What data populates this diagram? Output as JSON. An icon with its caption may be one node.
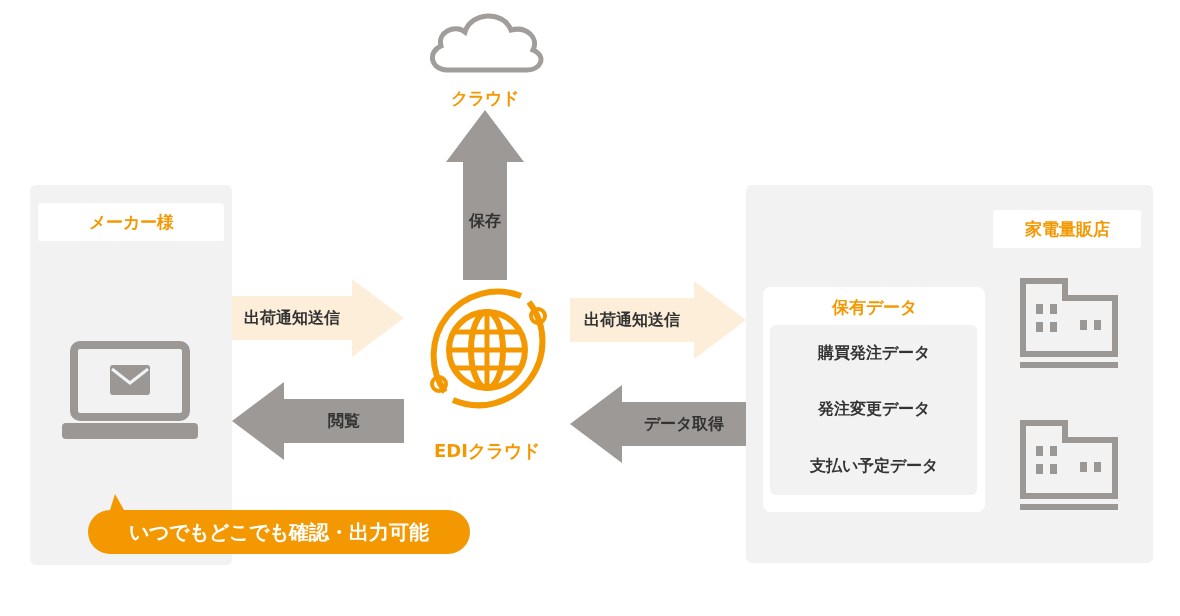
{
  "diagram": {
    "nodes": [
      {
        "text": [
          "クラウド"
        ]
      },
      {
        "text": [
          "メーカー様"
        ]
      },
      {
        "text": [
          "EDIクラウド"
        ]
      },
      {
        "text": [
          "家電量販店"
        ]
      },
      {
        "text": [
          "保有データ"
        ],
        "in": 3
      },
      {
        "text": [
          "購買発注データ",
          "発注変更データ",
          "支払い予定データ"
        ],
        "in": 4
      },
      {
        "text": [
          "いつでもどこでも確認・出力可能"
        ]
      }
    ],
    "edges": [
      {
        "from": 1,
        "to": 2,
        "arrow": "to",
        "label": "出荷通知送信",
        "color": "#fdeeda"
      },
      {
        "from": 2,
        "to": 1,
        "arrow": "to",
        "label": "閲覧"
      },
      {
        "from": 2,
        "to": 0,
        "arrow": "to",
        "label": "保存"
      },
      {
        "from": 2,
        "to": 3,
        "arrow": "to",
        "label": "出荷通知送信",
        "color": "#fdeeda"
      },
      {
        "from": 3,
        "to": 2,
        "arrow": "to",
        "label": "データ取得"
      }
    ]
  }
}
